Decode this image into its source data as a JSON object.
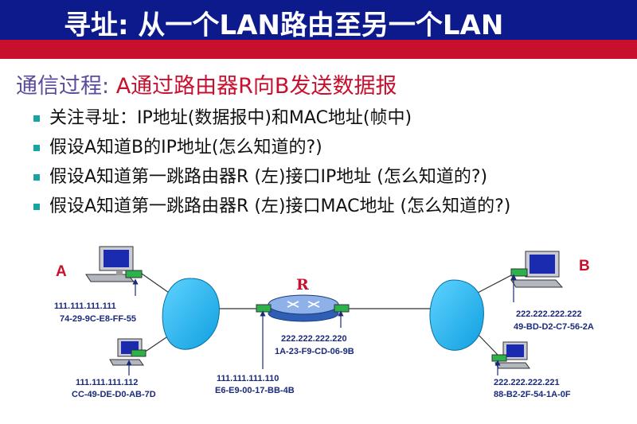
{
  "header": {
    "title": "寻址: 从一个LAN路由至另一个LAN"
  },
  "main": {
    "title_prefix": "通信过程: ",
    "title_highlight": "A通过路由器R向B发送数据报",
    "bullets": [
      "关注寻址：IP地址(数据报中)和MAC地址(帧中)",
      "假设A知道B的IP地址(怎么知道的?)",
      "假设A知道第一跳路由器R (左)接口IP地址 (怎么知道的?)",
      "假设A知道第一跳路由器R (左)接口MAC地址 (怎么知道的?)"
    ]
  },
  "diagram": {
    "host_a": {
      "letter": "A",
      "ip": "111.111.111.111",
      "mac": "74-29-9C-E8-FF-55"
    },
    "host_a2": {
      "ip": "111.111.111.112",
      "mac": "CC-49-DE-D0-AB-7D"
    },
    "router": {
      "letter": "R",
      "left_if": {
        "ip": "111.111.111.110",
        "mac": "E6-E9-00-17-BB-4B"
      },
      "right_if": {
        "ip": "222.222.222.220",
        "mac": "1A-23-F9-CD-06-9B"
      }
    },
    "host_b": {
      "letter": "B",
      "ip": "222.222.222.222",
      "mac": "49-BD-D2-C7-56-2A"
    },
    "host_b2": {
      "ip": "222.222.222.221",
      "mac": "88-B2-2F-54-1A-0F"
    }
  },
  "colors": {
    "header_bg": "#0d1a8c",
    "stripe": "#c8102e",
    "accent_red": "#c8102e",
    "bullet": "#1aa3a3",
    "label_blue": "#1a2a7a",
    "cloud": "#19b7f0"
  }
}
